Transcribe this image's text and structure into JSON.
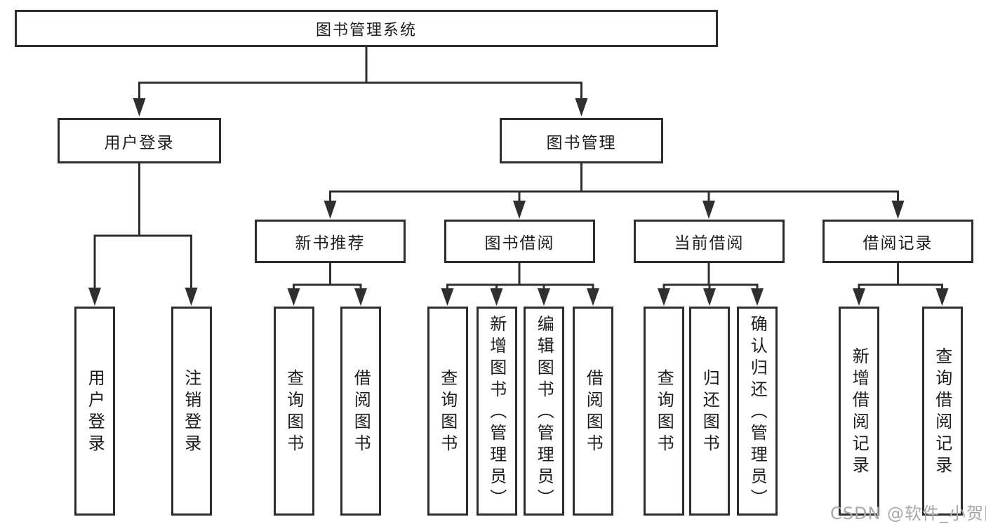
{
  "diagram": {
    "root": {
      "label": "图书管理系统"
    },
    "level2": [
      {
        "label": "用户登录"
      },
      {
        "label": "图书管理"
      }
    ],
    "level3": [
      {
        "label": "新书推荐"
      },
      {
        "label": "图书借阅"
      },
      {
        "label": "当前借阅"
      },
      {
        "label": "借阅记录"
      }
    ],
    "level4": [
      {
        "label": "用户登录"
      },
      {
        "label": "注销登录"
      },
      {
        "label": "查询图书"
      },
      {
        "label": "借阅图书"
      },
      {
        "label": "查询图书"
      },
      {
        "label": "新增图书（管理员）"
      },
      {
        "label": "编辑图书（管理员）"
      },
      {
        "label": "借阅图书"
      },
      {
        "label": "查询图书"
      },
      {
        "label": "归还图书"
      },
      {
        "label": "确认归还（管理员）"
      },
      {
        "label": "新增借阅记录"
      },
      {
        "label": "查询借阅记录"
      }
    ]
  },
  "watermark": {
    "text": "CSDN @软件_小贺同学"
  },
  "colors": {
    "line": "#2f2f2f",
    "border": "#2d2d2d",
    "text": "#1c1c1c",
    "watermark": "#a8a8a8",
    "background": "#ffffff"
  }
}
